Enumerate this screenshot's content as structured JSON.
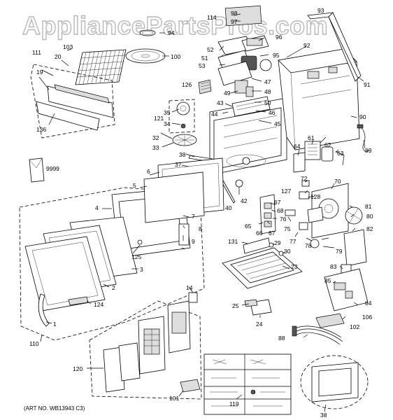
{
  "watermark": "AppliancePartsPros.com",
  "art_number": "(ART NO. WB13943 C3)",
  "part_labels": {
    "p1": "1",
    "p2": "2",
    "p3": "3",
    "p4": "4",
    "p5": "5",
    "p6": "6",
    "p7": "7",
    "p8": "8",
    "p9": "9",
    "p14": "14",
    "p19": "19",
    "p20": "20",
    "p23": "23",
    "p24": "24",
    "p25": "25",
    "p29": "29",
    "p30": "30",
    "p32": "32",
    "p33": "33",
    "p34": "34",
    "p35": "35",
    "p37": "37",
    "p38a": "38",
    "p38b": "38",
    "p40": "40",
    "p42": "42",
    "p43": "43",
    "p44": "44",
    "p45": "45",
    "p46": "46",
    "p47": "47",
    "p48": "48",
    "p49": "49",
    "p50": "50",
    "p51": "51",
    "p52": "52",
    "p53": "53",
    "p61": "61",
    "p62": "62",
    "p63": "63",
    "p64": "64",
    "p65": "65",
    "p66": "66",
    "p67a": "67",
    "p67b": "67",
    "p68": "68",
    "p70": "70",
    "p72": "72",
    "p75": "75",
    "p76": "76",
    "p77": "77",
    "p78": "78",
    "p79": "79",
    "p80": "80",
    "p81": "81",
    "p82": "82",
    "p83": "83",
    "p84": "84",
    "p85": "85",
    "p88": "88",
    "p89": "89",
    "p90": "90",
    "p91": "91",
    "p92": "92",
    "p93": "93",
    "p94": "94",
    "p95": "95",
    "p96": "96",
    "p97": "97",
    "p98": "98",
    "p100": "100",
    "p101": "101",
    "p102": "102",
    "p103": "103",
    "p106": "106",
    "p110": "110",
    "p111": "111",
    "p114": "114",
    "p119": "119",
    "p120": "120",
    "p121": "121",
    "p124": "124",
    "p125": "125",
    "p126": "126",
    "p127": "127",
    "p128": "128",
    "p131": "131",
    "p136": "136",
    "p9999": "9999"
  }
}
